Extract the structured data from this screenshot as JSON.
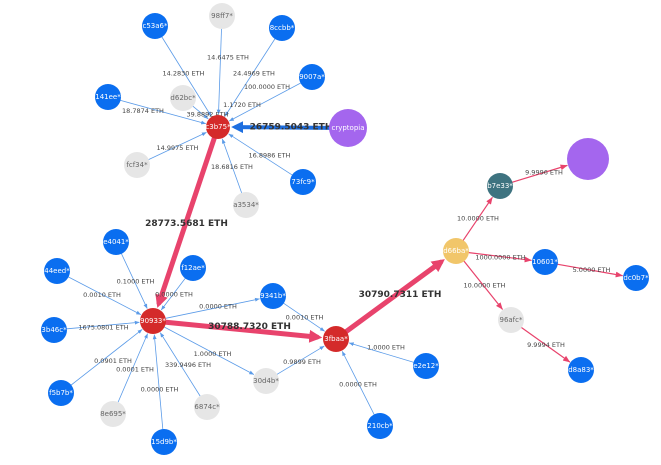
{
  "colors": {
    "blue": "#0a6ef0",
    "gray": "#e6e6e6",
    "red": "#d42a2a",
    "purple": "#a466ee",
    "yellow": "#f1c66a",
    "teal": "#3e7380",
    "edge_blue": "#5b9be8",
    "edge_pink": "#e8436c"
  },
  "nodes": [
    {
      "id": "c3b75",
      "label": "c3b75*",
      "color": "red"
    },
    {
      "id": "90933",
      "label": "90933*",
      "color": "red"
    },
    {
      "id": "3fbaa",
      "label": "3fbaa*",
      "color": "red"
    },
    {
      "id": "cryptopia",
      "label": "cryptopia",
      "color": "purple"
    },
    {
      "id": "purple2",
      "label": "",
      "color": "purple"
    },
    {
      "id": "d66ba",
      "label": "d66ba*",
      "color": "yellow"
    },
    {
      "id": "b7e33",
      "label": "b7e33*",
      "color": "teal"
    },
    {
      "id": "c53a6",
      "label": "c53a6*",
      "color": "blue"
    },
    {
      "id": "98ff7",
      "label": "98ff7*",
      "color": "gray"
    },
    {
      "id": "8ccbb",
      "label": "8ccbb*",
      "color": "blue"
    },
    {
      "id": "9007a",
      "label": "9007a*",
      "color": "blue"
    },
    {
      "id": "141ee",
      "label": "141ee*",
      "color": "blue"
    },
    {
      "id": "d62bc",
      "label": "d62bc*",
      "color": "gray"
    },
    {
      "id": "fcf34",
      "label": "fcf34*",
      "color": "gray"
    },
    {
      "id": "a3534",
      "label": "a3534*",
      "color": "gray"
    },
    {
      "id": "73fc9",
      "label": "73fc9*",
      "color": "blue"
    },
    {
      "id": "e4041",
      "label": "e4041*",
      "color": "blue"
    },
    {
      "id": "44eed",
      "label": "44eed*",
      "color": "blue"
    },
    {
      "id": "f12ae",
      "label": "f12ae*",
      "color": "blue"
    },
    {
      "id": "3b46c",
      "label": "3b46c*",
      "color": "blue"
    },
    {
      "id": "f5b7b",
      "label": "f5b7b*",
      "color": "blue"
    },
    {
      "id": "8e695",
      "label": "8e695*",
      "color": "gray"
    },
    {
      "id": "15d9b",
      "label": "15d9b*",
      "color": "blue"
    },
    {
      "id": "6874c",
      "label": "6874c*",
      "color": "gray"
    },
    {
      "id": "9341b",
      "label": "9341b*",
      "color": "blue"
    },
    {
      "id": "30d4b",
      "label": "30d4b*",
      "color": "gray"
    },
    {
      "id": "e2e12",
      "label": "e2e12*",
      "color": "blue"
    },
    {
      "id": "210cb",
      "label": "210cb*",
      "color": "blue"
    },
    {
      "id": "10601",
      "label": "10601*",
      "color": "blue"
    },
    {
      "id": "dc0b7",
      "label": "dc0b7*",
      "color": "blue"
    },
    {
      "id": "96afc",
      "label": "96afc*",
      "color": "gray"
    },
    {
      "id": "d8a83",
      "label": "d8a83*",
      "color": "blue"
    }
  ],
  "edges": [
    {
      "from": "c53a6",
      "to": "c3b75",
      "label": "14.2830 ETH",
      "kind": "blue"
    },
    {
      "from": "98ff7",
      "to": "c3b75",
      "label": "14.6475 ETH",
      "kind": "blue"
    },
    {
      "from": "8ccbb",
      "to": "c3b75",
      "label": "24.4969 ETH",
      "kind": "blue"
    },
    {
      "from": "9007a",
      "to": "c3b75",
      "label": "100.0000 ETH",
      "kind": "blue"
    },
    {
      "from": "141ee",
      "to": "c3b75",
      "label": "18.7874 ETH",
      "kind": "blue"
    },
    {
      "from": "d62bc",
      "to": "c3b75",
      "label": "39.8892 ETH",
      "kind": "blue"
    },
    {
      "from": "fcf34",
      "to": "c3b75",
      "label": "14.9975 ETH",
      "kind": "blue"
    },
    {
      "from": "a3534",
      "to": "c3b75",
      "label": "18.6816 ETH",
      "kind": "blue"
    },
    {
      "from": "73fc9",
      "to": "c3b75",
      "label": "16.8986 ETH",
      "kind": "blue"
    },
    {
      "from": "c3b75",
      "to": "c3b75",
      "label": "1.1720 ETH",
      "kind": "none"
    },
    {
      "from": "cryptopia",
      "to": "c3b75",
      "label": "26759.5043 ETH",
      "kind": "thickblue"
    },
    {
      "from": "c3b75",
      "to": "90933",
      "label": "28773.5681 ETH",
      "kind": "thick"
    },
    {
      "from": "e4041",
      "to": "90933",
      "label": "0.1000 ETH",
      "kind": "blue"
    },
    {
      "from": "44eed",
      "to": "90933",
      "label": "0.0010 ETH",
      "kind": "blue"
    },
    {
      "from": "f12ae",
      "to": "90933",
      "label": "0.0000 ETH",
      "kind": "blue"
    },
    {
      "from": "3b46c",
      "to": "90933",
      "label": "1675.0801 ETH",
      "kind": "blue"
    },
    {
      "from": "f5b7b",
      "to": "90933",
      "label": "0.0901 ETH",
      "kind": "blue"
    },
    {
      "from": "8e695",
      "to": "90933",
      "label": "0.0001 ETH",
      "kind": "blue"
    },
    {
      "from": "15d9b",
      "to": "90933",
      "label": "0.0000 ETH",
      "kind": "blue"
    },
    {
      "from": "6874c",
      "to": "90933",
      "label": "339.9496 ETH",
      "kind": "blue"
    },
    {
      "from": "90933",
      "to": "9341b",
      "label": "0.0000 ETH",
      "kind": "blue"
    },
    {
      "from": "90933",
      "to": "30d4b",
      "label": "1.0000 ETH",
      "kind": "blue"
    },
    {
      "from": "90933",
      "to": "3fbaa",
      "label": "30788.7320 ETH",
      "kind": "thick"
    },
    {
      "from": "9341b",
      "to": "3fbaa",
      "label": "0.0010 ETH",
      "kind": "blue"
    },
    {
      "from": "30d4b",
      "to": "3fbaa",
      "label": "0.9899 ETH",
      "kind": "blue"
    },
    {
      "from": "e2e12",
      "to": "3fbaa",
      "label": "1.0000 ETH",
      "kind": "blue"
    },
    {
      "from": "210cb",
      "to": "3fbaa",
      "label": "0.0000 ETH",
      "kind": "blue"
    },
    {
      "from": "3fbaa",
      "to": "d66ba",
      "label": "30790.7311 ETH",
      "kind": "thick"
    },
    {
      "from": "d66ba",
      "to": "b7e33",
      "label": "10.0000 ETH",
      "kind": "pink"
    },
    {
      "from": "b7e33",
      "to": "purple2",
      "label": "9.9996 ETH",
      "kind": "pink"
    },
    {
      "from": "d66ba",
      "to": "10601",
      "label": "1000.0000 ETH",
      "kind": "pink"
    },
    {
      "from": "10601",
      "to": "dc0b7",
      "label": "5.0000 ETH",
      "kind": "pink"
    },
    {
      "from": "d66ba",
      "to": "96afc",
      "label": "10.0000 ETH",
      "kind": "pink"
    },
    {
      "from": "96afc",
      "to": "d8a83",
      "label": "9.9994 ETH",
      "kind": "pink"
    }
  ]
}
